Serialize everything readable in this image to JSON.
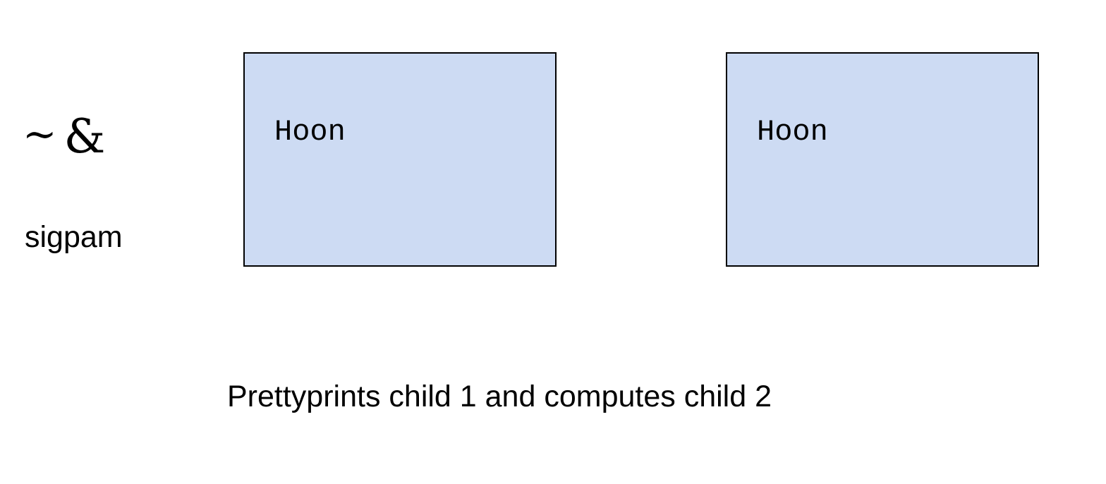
{
  "rune": {
    "glyph_tilde": "~",
    "glyph_amp": "&",
    "name": "sigpam"
  },
  "children": [
    {
      "label": "Hoon"
    },
    {
      "label": "Hoon"
    }
  ],
  "caption": "Prettyprints child 1 and computes child 2",
  "colors": {
    "box_fill": "#cddbf3",
    "box_border": "#000000",
    "text": "#000000",
    "background": "#ffffff"
  }
}
